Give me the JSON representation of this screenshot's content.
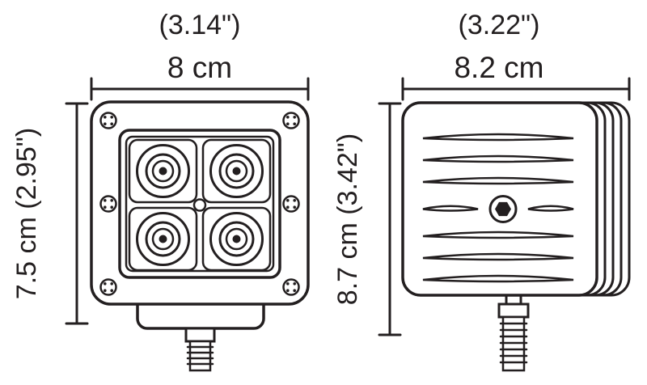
{
  "diagram": {
    "line_color": "#231f20",
    "background": "#ffffff",
    "front_view": {
      "description": "front view of square LED work light with four emitters",
      "top_dim_inches": "(3.14\")",
      "top_dim_cm": "8 cm",
      "side_dim": "7.5 cm (2.95\")"
    },
    "side_view": {
      "description": "side profile view with heat sink fins and mounting stud",
      "top_dim_inches": "(3.22\")",
      "top_dim_cm": "8.2 cm",
      "side_dim": "8.7 cm (3.42\")"
    }
  }
}
